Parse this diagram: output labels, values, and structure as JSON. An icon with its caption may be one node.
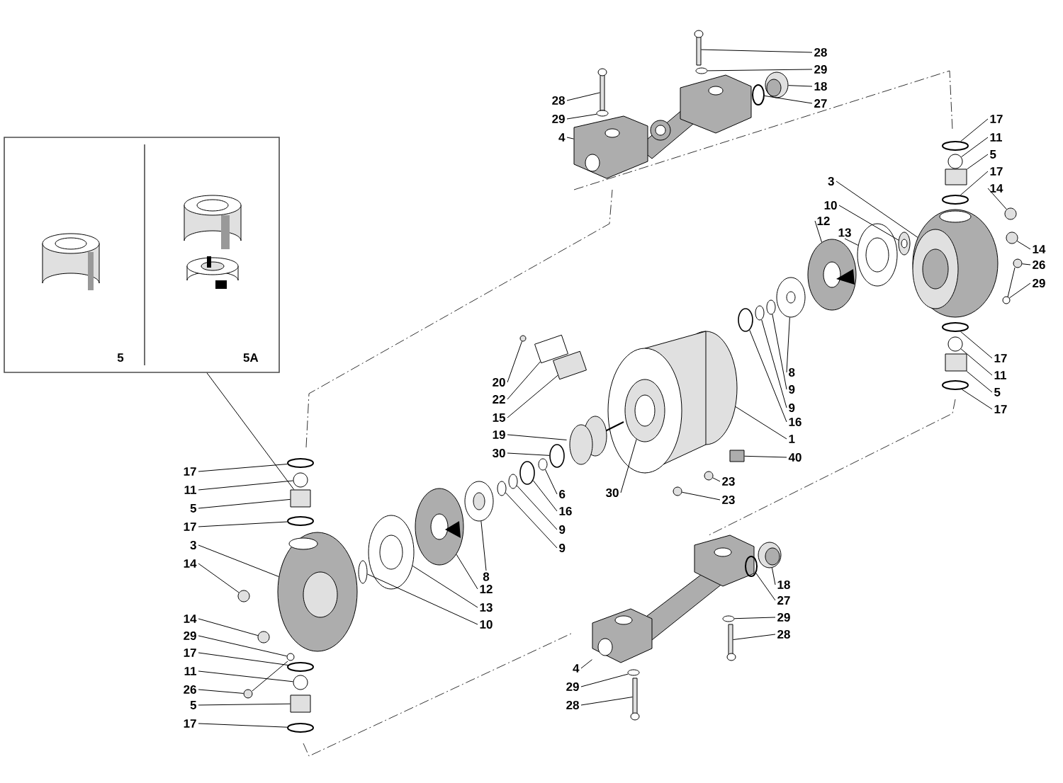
{
  "diagram": {
    "nodes": [
      {
        "text": [
          "28"
        ]
      },
      {
        "text": [
          "29"
        ]
      },
      {
        "text": [
          "4"
        ]
      },
      {
        "text": [
          "28"
        ]
      },
      {
        "text": [
          "29"
        ]
      },
      {
        "text": [
          "18"
        ]
      },
      {
        "text": [
          "27"
        ]
      },
      {
        "text": [
          "3"
        ]
      },
      {
        "text": [
          "10"
        ]
      },
      {
        "text": [
          "12"
        ]
      },
      {
        "text": [
          "13"
        ]
      },
      {
        "text": [
          "17"
        ]
      },
      {
        "text": [
          "11"
        ]
      },
      {
        "text": [
          "5"
        ]
      },
      {
        "text": [
          "17"
        ]
      },
      {
        "text": [
          "14"
        ]
      },
      {
        "text": [
          "14"
        ]
      },
      {
        "text": [
          "26"
        ]
      },
      {
        "text": [
          "29"
        ]
      },
      {
        "text": [
          "20"
        ]
      },
      {
        "text": [
          "22"
        ]
      },
      {
        "text": [
          "15"
        ]
      },
      {
        "text": [
          "19"
        ]
      },
      {
        "text": [
          "30"
        ]
      },
      {
        "text": [
          "6"
        ]
      },
      {
        "text": [
          "16"
        ]
      },
      {
        "text": [
          "9"
        ]
      },
      {
        "text": [
          "9"
        ]
      },
      {
        "text": [
          "30"
        ]
      },
      {
        "text": [
          "8"
        ]
      },
      {
        "text": [
          "9"
        ]
      },
      {
        "text": [
          "9"
        ]
      },
      {
        "text": [
          "16"
        ]
      },
      {
        "text": [
          "1"
        ]
      },
      {
        "text": [
          "40"
        ]
      },
      {
        "text": [
          "23"
        ]
      },
      {
        "text": [
          "23"
        ]
      },
      {
        "text": [
          "17"
        ]
      },
      {
        "text": [
          "11"
        ]
      },
      {
        "text": [
          "5"
        ]
      },
      {
        "text": [
          "17"
        ]
      },
      {
        "text": [
          "17"
        ]
      },
      {
        "text": [
          "11"
        ]
      },
      {
        "text": [
          "5"
        ]
      },
      {
        "text": [
          "17"
        ]
      },
      {
        "text": [
          "3"
        ]
      },
      {
        "text": [
          "14"
        ]
      },
      {
        "text": [
          "14"
        ]
      },
      {
        "text": [
          "29"
        ]
      },
      {
        "text": [
          "17"
        ]
      },
      {
        "text": [
          "11"
        ]
      },
      {
        "text": [
          "26"
        ]
      },
      {
        "text": [
          "5"
        ]
      },
      {
        "text": [
          "17"
        ]
      },
      {
        "text": [
          "8"
        ]
      },
      {
        "text": [
          "12"
        ]
      },
      {
        "text": [
          "13"
        ]
      },
      {
        "text": [
          "10"
        ]
      },
      {
        "text": [
          "18"
        ]
      },
      {
        "text": [
          "27"
        ]
      },
      {
        "text": [
          "29"
        ]
      },
      {
        "text": [
          "28"
        ]
      },
      {
        "text": [
          "4"
        ]
      },
      {
        "text": [
          "29"
        ]
      },
      {
        "text": [
          "28"
        ]
      },
      {
        "text": [],
        "shape": "box"
      },
      {
        "text": [
          "5"
        ],
        "in": 65
      },
      {
        "text": [
          "5A"
        ],
        "in": 65
      },
      {
        "text": [],
        "shape": "picture"
      },
      {
        "text": [],
        "shape": "circle"
      },
      {
        "text": [],
        "shape": "picture"
      },
      {
        "text": [],
        "shape": "picture"
      },
      {
        "text": [],
        "shape": "circle"
      },
      {
        "text": [],
        "shape": "picture"
      },
      {
        "text": [],
        "shape": "circle"
      },
      {
        "text": [],
        "shape": "picture"
      },
      {
        "text": [],
        "shape": "picture"
      },
      {
        "text": [],
        "shape": "picture"
      },
      {
        "text": [],
        "shape": "picture"
      },
      {
        "text": [],
        "shape": "circle"
      },
      {
        "text": [],
        "shape": "circle"
      },
      {
        "text": [],
        "shape": "box"
      },
      {
        "text": [],
        "shape": "circle"
      },
      {
        "text": [],
        "shape": "circle"
      },
      {
        "text": [],
        "shape": "circle"
      },
      {
        "text": [],
        "shape": "picture"
      },
      {
        "text": [],
        "shape": "circle"
      },
      {
        "text": [],
        "shape": "circle"
      },
      {
        "text": [],
        "shape": "box"
      },
      {
        "text": [],
        "shape": "box"
      },
      {
        "text": [],
        "shape": "picture"
      },
      {
        "text": [],
        "shape": "circle"
      },
      {
        "text": [],
        "shape": "circle"
      },
      {
        "text": [],
        "shape": "circle"
      },
      {
        "text": [],
        "shape": "circle"
      },
      {
        "text": [],
        "shape": "circle"
      },
      {
        "text": [],
        "shape": "picture",
        "in": 101
      },
      {
        "text": [],
        "shape": "picture"
      },
      {
        "text": [],
        "shape": "circle"
      },
      {
        "text": [],
        "shape": "circle"
      },
      {
        "text": [],
        "shape": "circle"
      },
      {
        "text": [],
        "shape": "picture"
      },
      {
        "text": [],
        "shape": "box"
      },
      {
        "text": [],
        "shape": "circle"
      },
      {
        "text": [],
        "shape": "circle"
      },
      {
        "text": [],
        "shape": "circle"
      },
      {
        "text": [],
        "shape": "circle"
      },
      {
        "text": [],
        "shape": "box"
      },
      {
        "text": [],
        "shape": "circle"
      },
      {
        "text": [],
        "shape": "circle"
      },
      {
        "text": [],
        "shape": "circle"
      },
      {
        "text": [],
        "shape": "box"
      },
      {
        "text": [],
        "shape": "circle"
      },
      {
        "text": [],
        "shape": "picture"
      },
      {
        "text": [],
        "shape": "circle"
      },
      {
        "text": [],
        "shape": "circle"
      },
      {
        "text": [],
        "shape": "circle"
      },
      {
        "text": [],
        "shape": "circle"
      },
      {
        "text": [],
        "shape": "circle"
      },
      {
        "text": [],
        "shape": "picture"
      },
      {
        "text": [],
        "shape": "box"
      },
      {
        "text": [],
        "shape": "circle"
      },
      {
        "text": [],
        "shape": "picture"
      },
      {
        "text": [],
        "shape": "picture"
      },
      {
        "text": [],
        "shape": "picture"
      },
      {
        "text": [],
        "shape": "circle"
      },
      {
        "text": [],
        "shape": "picture"
      },
      {
        "text": [],
        "shape": "circle"
      },
      {
        "text": [],
        "shape": "circle"
      },
      {
        "text": [],
        "shape": "picture"
      },
      {
        "text": [],
        "shape": "picture"
      },
      {
        "text": [],
        "shape": "circle"
      },
      {
        "text": [],
        "shape": "picture"
      }
    ],
    "edges": [
      {
        "from": 0,
        "to": 68,
        "arrow": "none"
      },
      {
        "from": 1,
        "to": 69,
        "arrow": "none"
      },
      {
        "from": 2,
        "to": 70,
        "arrow": "none"
      },
      {
        "from": 3,
        "to": 71,
        "arrow": "none"
      },
      {
        "from": 4,
        "to": 72,
        "arrow": "none"
      },
      {
        "from": 5,
        "to": 73,
        "arrow": "none"
      },
      {
        "from": 6,
        "to": 74,
        "arrow": "none"
      },
      {
        "from": 7,
        "to": 75,
        "arrow": "none"
      },
      {
        "from": 8,
        "to": 76,
        "arrow": "none"
      },
      {
        "from": 9,
        "to": 77,
        "arrow": "none"
      },
      {
        "from": 10,
        "to": 78,
        "arrow": "none"
      },
      {
        "from": 11,
        "to": 79,
        "arrow": "none"
      },
      {
        "from": 12,
        "to": 80,
        "arrow": "none"
      },
      {
        "from": 13,
        "to": 81,
        "arrow": "none"
      },
      {
        "from": 14,
        "to": 82,
        "arrow": "none"
      },
      {
        "from": 15,
        "to": 83,
        "arrow": "none"
      },
      {
        "from": 16,
        "to": 84,
        "arrow": "none"
      },
      {
        "from": 17,
        "to": 85,
        "arrow": "none"
      },
      {
        "from": 18,
        "to": 86,
        "arrow": "none"
      },
      {
        "from": 19,
        "to": 87,
        "arrow": "none"
      },
      {
        "from": 20,
        "to": 88,
        "arrow": "none"
      },
      {
        "from": 21,
        "to": 89,
        "arrow": "none"
      },
      {
        "from": 22,
        "to": 90,
        "arrow": "none"
      },
      {
        "from": 23,
        "to": 91,
        "arrow": "none"
      },
      {
        "from": 24,
        "to": 92,
        "arrow": "none"
      },
      {
        "from": 25,
        "to": 93,
        "arrow": "none"
      },
      {
        "from": 26,
        "to": 94,
        "arrow": "none"
      },
      {
        "from": 27,
        "to": 95,
        "arrow": "none"
      },
      {
        "from": 28,
        "to": 96,
        "arrow": "none"
      },
      {
        "from": 29,
        "to": 97,
        "arrow": "none"
      },
      {
        "from": 30,
        "to": 98,
        "arrow": "none"
      },
      {
        "from": 31,
        "to": 99,
        "arrow": "none"
      },
      {
        "from": 32,
        "to": 100,
        "arrow": "none"
      },
      {
        "from": 33,
        "to": 101,
        "arrow": "none"
      },
      {
        "from": 34,
        "to": 102,
        "arrow": "none"
      },
      {
        "from": 35,
        "to": 103,
        "arrow": "none"
      },
      {
        "from": 36,
        "to": 104,
        "arrow": "none"
      },
      {
        "from": 37,
        "to": 105,
        "arrow": "none"
      },
      {
        "from": 38,
        "to": 106,
        "arrow": "none"
      },
      {
        "from": 39,
        "to": 107,
        "arrow": "none"
      },
      {
        "from": 40,
        "to": 108,
        "arrow": "none"
      },
      {
        "from": 41,
        "to": 109,
        "arrow": "none"
      },
      {
        "from": 42,
        "to": 110,
        "arrow": "none"
      },
      {
        "from": 43,
        "to": 111,
        "arrow": "none"
      },
      {
        "from": 44,
        "to": 112,
        "arrow": "none"
      },
      {
        "from": 45,
        "to": 113,
        "arrow": "none"
      },
      {
        "from": 46,
        "to": 114,
        "arrow": "none"
      },
      {
        "from": 47,
        "to": 115,
        "arrow": "none"
      },
      {
        "from": 48,
        "to": 116,
        "arrow": "none"
      },
      {
        "from": 49,
        "to": 117,
        "arrow": "none"
      },
      {
        "from": 50,
        "to": 118,
        "arrow": "none"
      },
      {
        "from": 51,
        "to": 119,
        "arrow": "none"
      },
      {
        "from": 52,
        "to": 120,
        "arrow": "none"
      },
      {
        "from": 53,
        "to": 121,
        "arrow": "none"
      },
      {
        "from": 54,
        "to": 122,
        "arrow": "none"
      },
      {
        "from": 55,
        "to": 123,
        "arrow": "none"
      },
      {
        "from": 56,
        "to": 124,
        "arrow": "none"
      },
      {
        "from": 57,
        "to": 125,
        "arrow": "none"
      },
      {
        "from": 58,
        "to": 126,
        "arrow": "none"
      },
      {
        "from": 59,
        "to": 127,
        "arrow": "none"
      },
      {
        "from": 60,
        "to": 128,
        "arrow": "none"
      },
      {
        "from": 61,
        "to": 129,
        "arrow": "none"
      },
      {
        "from": 62,
        "to": 130,
        "arrow": "none"
      },
      {
        "from": 63,
        "to": 131,
        "arrow": "none"
      },
      {
        "from": 64,
        "to": 132,
        "arrow": "none"
      },
      {
        "from": 65,
        "to": 111,
        "arrow": "none"
      }
    ]
  }
}
